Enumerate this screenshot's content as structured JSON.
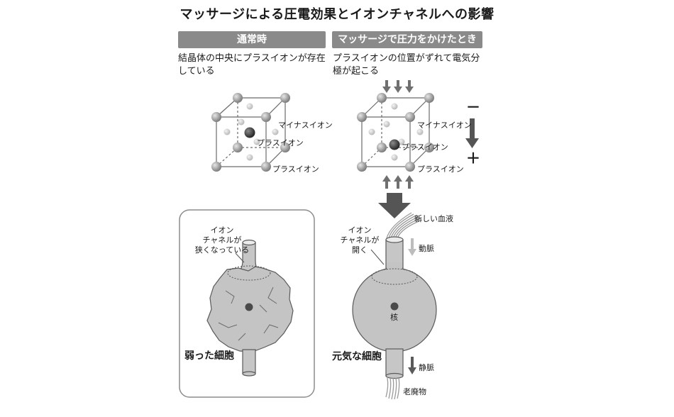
{
  "title": "マッサージによる圧電効果とイオンチャネルへの影響",
  "normal": {
    "header": "通常時",
    "description_line1": "結晶体の中央にプラスイオンが存在",
    "description_line2": "している",
    "label_minus_ion": "マイナスイオン",
    "label_plus_ion_center": "プラスイオン",
    "label_plus_ion_corner": "プラスイオン"
  },
  "massage": {
    "header": "マッサージで圧力をかけたとき",
    "description_line1": "プラスイオンの位置がずれて電気分",
    "description_line2": "極が起こる",
    "label_minus_ion": "マイナスイオン",
    "label_plus_ion_center": "プラスイオン",
    "label_plus_ion_corner": "プラスイオン",
    "sign_minus": "－",
    "sign_plus": "＋"
  },
  "weak_cell": {
    "channel_line1": "イオン",
    "channel_line2": "チャネルが",
    "channel_line3": "狭くなっている",
    "caption": "弱った細胞"
  },
  "healthy_cell": {
    "channel_line1": "イオン",
    "channel_line2": "チャネルが",
    "channel_line3": "開く",
    "nucleus": "核",
    "caption": "元気な細胞",
    "new_blood": "新しい血液",
    "artery": "動脈",
    "vein": "静脈",
    "waste": "老廃物"
  }
}
